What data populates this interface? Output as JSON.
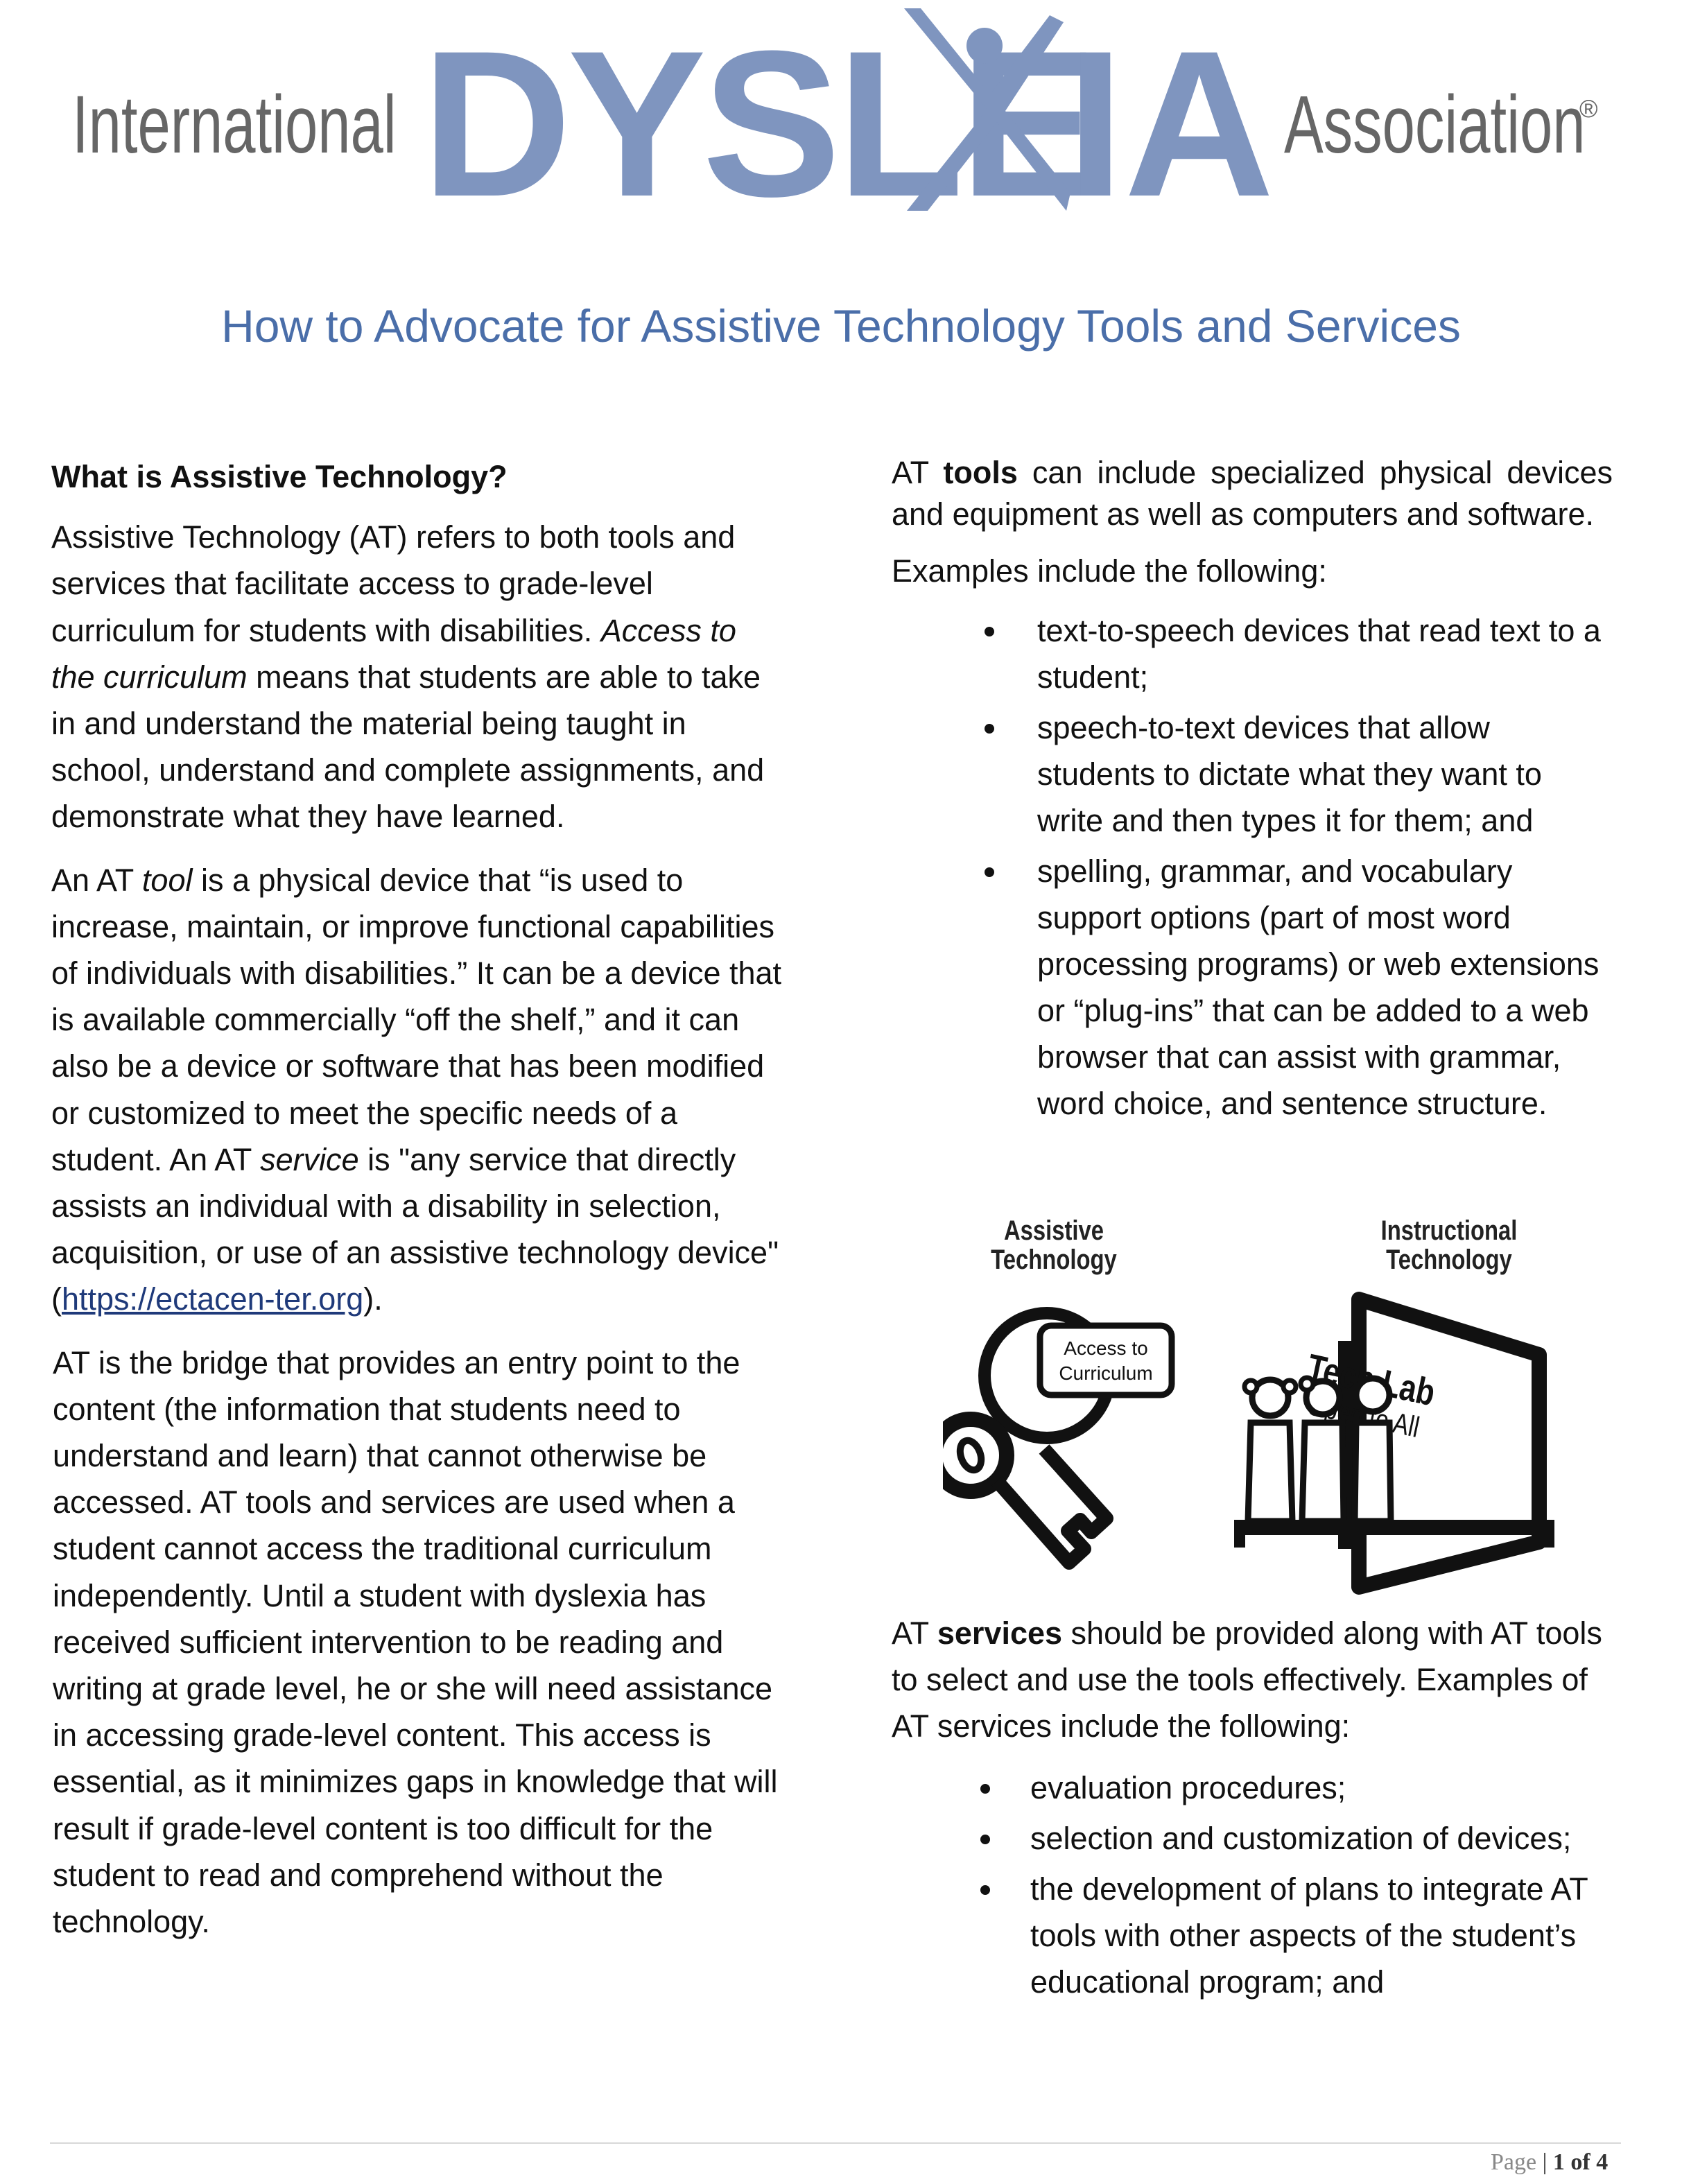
{
  "logo": {
    "international": "International",
    "dys": "DYSLE",
    "ia": "IA",
    "association": "Association",
    "registered": "®"
  },
  "title": "How to Advocate for Assistive Technology Tools and Services",
  "left": {
    "heading": "What is Assistive Technology?",
    "p1_a": "Assistive Technology (AT) refers to both tools and services that facilitate access to grade-level curriculum for students with disabilities. ",
    "p1_em": "Access to the curriculum",
    "p1_b": " means that students are able to take in and understand the material being taught in school, understand and complete assignments, and demonstrate what they have learned.",
    "p2_a": "An AT ",
    "p2_em1": "tool",
    "p2_b": " is a physical device that “is used to increase, maintain, or improve functional capabilities of individuals with disabilities.” It can be a device that is available commercially “off the shelf,” and it can also be a device or software that has been modified or customized to meet the specific needs of a student. An AT ",
    "p2_em2": "service",
    "p2_c": " is \"any service that directly assists an individual with a disability in selection, acquisition, or use of an assistive technology device\" (",
    "p2_link": "https://ectacen-ter.org",
    "p2_d": ").",
    "p3": "AT is the bridge that provides an entry point to the content (the information that students need to understand and learn) that cannot otherwise be accessed. AT tools and services are used when a student cannot access the traditional curriculum independently. Until a student with dyslexia has received sufficient intervention to be reading and writing at grade level, he or she will need assistance in accessing grade-level content. This access is essential, as it minimizes gaps in knowledge that will result if grade-level content is too difficult for the student to read and comprehend without the technology."
  },
  "right": {
    "tools_a": "AT ",
    "tools_b": "tools",
    "tools_c": " can include specialized physical devices and equipment as well as computers and software.",
    "examples": "Examples include the following:",
    "tool_bullets": [
      "text-to-speech devices that read text to a student;",
      "speech-to-text devices that allow students to dictate what they want to write and then types it for them; and",
      "spelling, grammar, and vocabulary support options (part of most word processing programs) or web extensions or “plug-ins” that can be added to a web browser that can assist with grammar, word choice, and sentence structure."
    ],
    "services_a": "AT ",
    "services_b": "services",
    "services_c": " should be provided along with AT tools to select and use the tools effectively. Examples of AT services include the following:",
    "service_bullets": [
      "evaluation procedures;",
      "selection and customization of devices;",
      "the development of plans to integrate AT tools with other aspects of the student’s educational program; and"
    ]
  },
  "illustration": {
    "assistive_1": "Assistive",
    "assistive_2": "Technology",
    "instructional_1": "Instructional",
    "instructional_2": "Technology",
    "tag_1": "Access to",
    "tag_2": "Curriculum",
    "door_1": "Tech Lab",
    "door_2": "Open to All"
  },
  "footer": {
    "page_label": "Page",
    "separator": " | ",
    "page_num": "1 of 4"
  }
}
